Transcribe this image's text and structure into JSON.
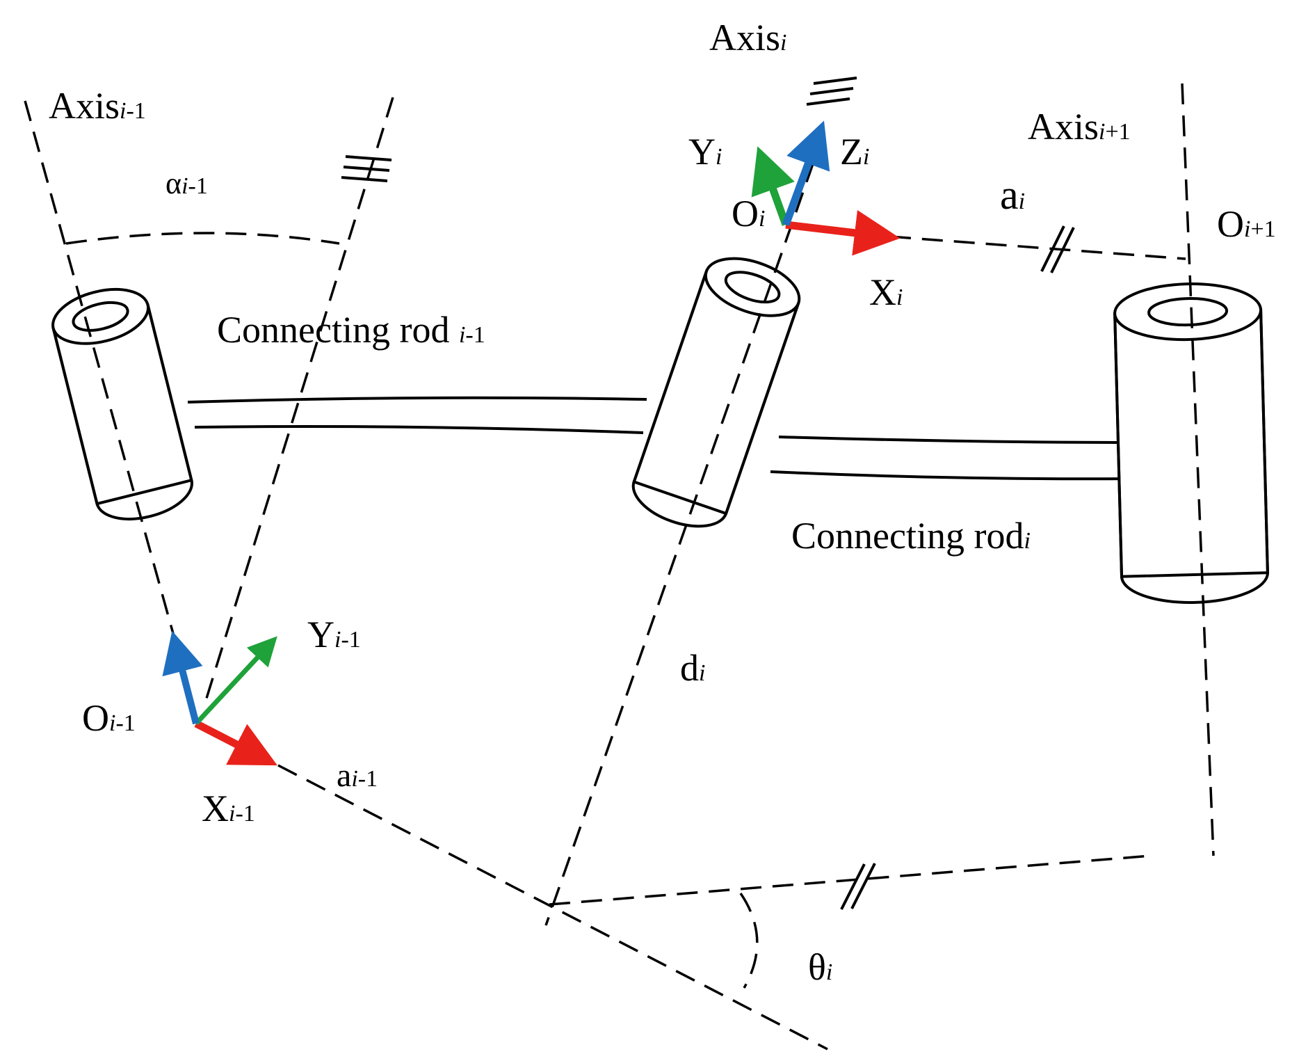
{
  "labels": {
    "axis_prev": {
      "base": "Axis",
      "sub": "i",
      "tail": "-1"
    },
    "axis_cur": {
      "base": "Axis",
      "sub": "i",
      "tail": ""
    },
    "axis_next": {
      "base": "Axis",
      "sub": "i",
      "tail": "+1"
    },
    "alpha_prev": {
      "base": "α",
      "sub": "i",
      "tail": "-1"
    },
    "rod_prev": {
      "base": "Connecting rod ",
      "sub": "i",
      "tail": "-1"
    },
    "rod_cur": {
      "base": "Connecting rod",
      "sub": "i",
      "tail": ""
    },
    "y_cur": {
      "base": "Y",
      "sub": "i",
      "tail": ""
    },
    "z_cur": {
      "base": "Z",
      "sub": "i",
      "tail": ""
    },
    "o_cur": {
      "base": "O",
      "sub": "i",
      "tail": ""
    },
    "x_cur": {
      "base": "X",
      "sub": "i",
      "tail": ""
    },
    "a_cur": {
      "base": "a",
      "sub": "i",
      "tail": ""
    },
    "o_next": {
      "base": "O",
      "sub": "i",
      "tail": "+1"
    },
    "y_prev": {
      "base": "Y",
      "sub": "i",
      "tail": "-1"
    },
    "o_prev": {
      "base": "O",
      "sub": "i",
      "tail": "-1"
    },
    "x_prev": {
      "base": "X",
      "sub": "i",
      "tail": "-1"
    },
    "a_prev": {
      "base": "a",
      "sub": "i",
      "tail": "-1"
    },
    "d_cur": {
      "base": "d",
      "sub": "i",
      "tail": ""
    },
    "theta_cur": {
      "base": "θ",
      "sub": "i",
      "tail": ""
    }
  },
  "colors": {
    "x_axis": "#e8221b",
    "y_axis": "#1fa23a",
    "z_axis": "#1f6fc0",
    "line": "#000000"
  }
}
